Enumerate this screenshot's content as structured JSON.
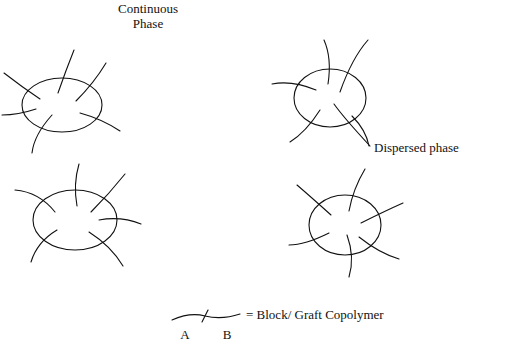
{
  "diagram": {
    "labels": [
      "Continuous Phase",
      "Dispersed phase",
      "A",
      "B",
      "= Block/ Graft Copolymer"
    ]
  }
}
